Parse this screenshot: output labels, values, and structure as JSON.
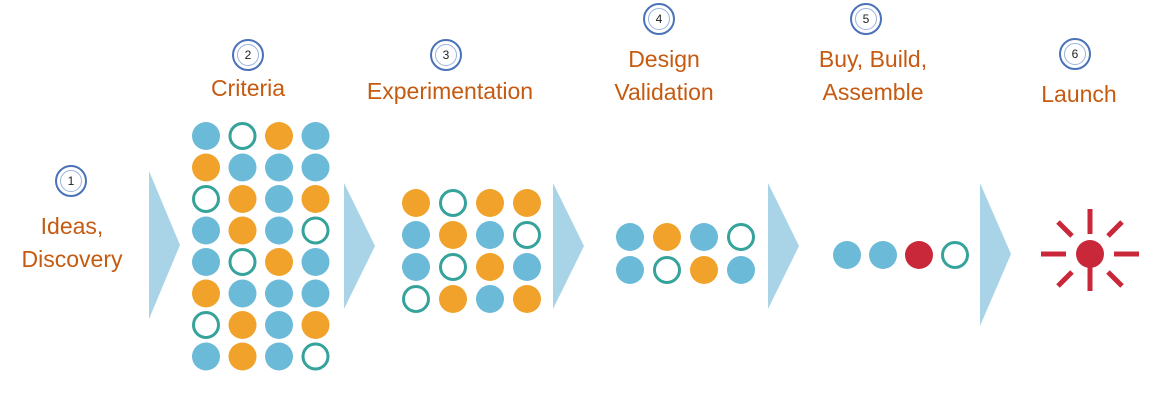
{
  "colors": {
    "label": "#c55a11",
    "blue": "#6bbad8",
    "orange": "#f0a22a",
    "teal_ring": "#36a39b",
    "red": "#c9283a",
    "arrow": "#a9d3e6",
    "badge_ring": "#4a72b8"
  },
  "stages": [
    {
      "number": "1",
      "label_lines": [
        "Ideas,",
        "Discovery"
      ]
    },
    {
      "number": "2",
      "label_lines": [
        "Criteria"
      ]
    },
    {
      "number": "3",
      "label_lines": [
        "Experimentation"
      ]
    },
    {
      "number": "4",
      "label_lines": [
        "Design",
        "Validation"
      ]
    },
    {
      "number": "5",
      "label_lines": [
        "Buy, Build,",
        "Assemble"
      ]
    },
    {
      "number": "6",
      "label_lines": [
        "Launch"
      ]
    }
  ],
  "dot_grids": [
    [
      "BRYB",
      "YBBB",
      "RYBY",
      "BYBR",
      "BRYB",
      "YBBB",
      "RYBY",
      "BYBR"
    ],
    [
      "YRYY",
      "BYBR",
      "BRYB",
      "RYBY"
    ],
    [
      "BYBR",
      "BRYB"
    ],
    [
      "BBDR"
    ]
  ],
  "launch_icon": "starburst-icon"
}
